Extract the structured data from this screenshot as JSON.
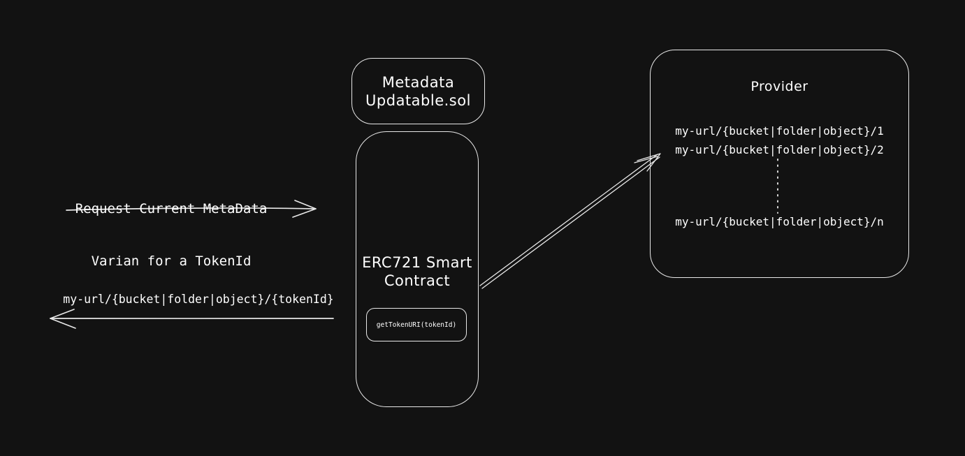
{
  "colors": {
    "background": "#121212",
    "stroke": "#e8e8e8",
    "text": "#ffffff"
  },
  "metadata_box": {
    "line1": "Metadata",
    "line2": "Updatable.sol"
  },
  "erc721_box": {
    "line1": "ERC721 Smart",
    "line2": "Contract",
    "method": "getTokenURI(tokenId)"
  },
  "provider_box": {
    "title": "Provider",
    "url1": "my-url/{bucket|folder|object}/1",
    "url2": "my-url/{bucket|folder|object}/2",
    "urln": "my-url/{bucket|folder|object}/n"
  },
  "request_arrow": {
    "label_line1": "Request Current MetaData",
    "label_line2": "Varian for a TokenId"
  },
  "response_arrow": {
    "label": "my-url/{bucket|folder|object}/{tokenId}"
  }
}
